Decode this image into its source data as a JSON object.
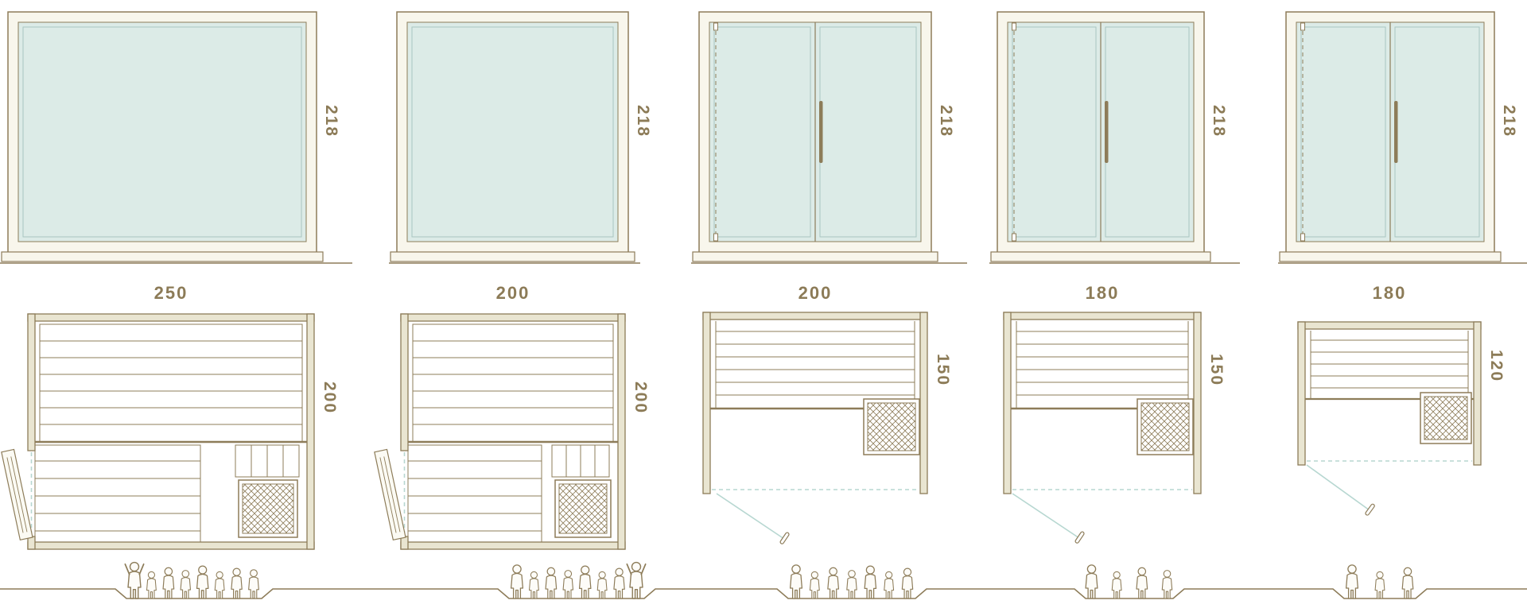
{
  "colors": {
    "line": "#8d7c59",
    "glass": "#dcebe7",
    "glass_edge": "#a9c6c0",
    "frame_fill": "#f8f6ec",
    "wall_fill": "#e9e5d1",
    "door_swing": "#b7d7d1",
    "label_text": "#8c7b57"
  },
  "models": [
    {
      "height_label": "218",
      "width_label": "250",
      "depth_label": "200",
      "capacity": 8,
      "raised_figure": "left"
    },
    {
      "height_label": "218",
      "width_label": "200",
      "depth_label": "200",
      "capacity": 8,
      "raised_figure": "right"
    },
    {
      "height_label": "218",
      "width_label": "200",
      "depth_label": "150",
      "capacity": 7,
      "raised_figure": null
    },
    {
      "height_label": "218",
      "width_label": "180",
      "depth_label": "150",
      "capacity": 4,
      "raised_figure": null
    },
    {
      "height_label": "218",
      "width_label": "180",
      "depth_label": "120",
      "capacity": 3,
      "raised_figure": null
    }
  ]
}
